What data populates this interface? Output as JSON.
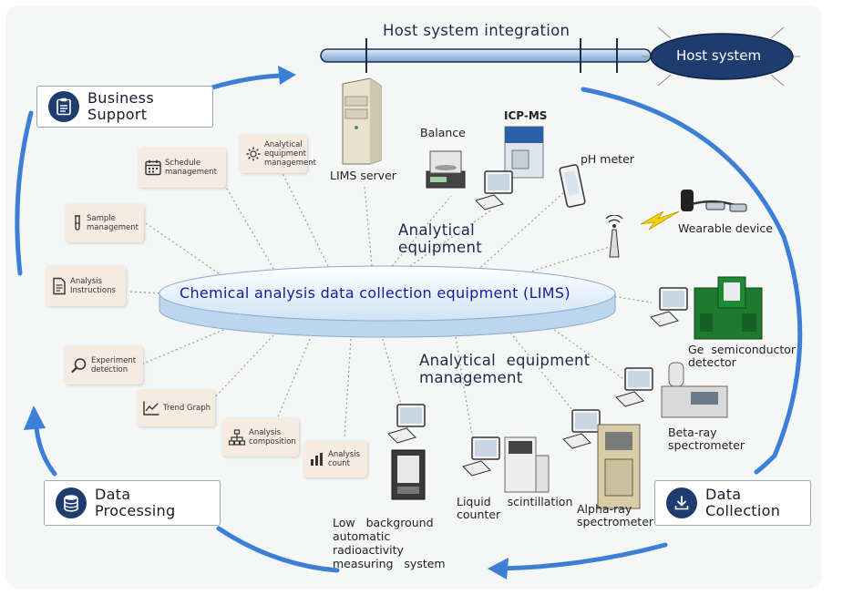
{
  "title": "Host system integration",
  "host_system": "Host system",
  "center_label": "Chemical analysis data collection equipment (LIMS)",
  "section_analytical_equipment": "Analytical equipment",
  "section_equipment_management": "Analytical equipment management",
  "corners": {
    "business_support": "Business Support",
    "data_processing": "Data Processing",
    "data_collection": "Data Collection"
  },
  "tags": {
    "analytical_equipment_management": "Analytical equipment management",
    "schedule_management": "Schedule management",
    "sample_management": "Sample management",
    "analysis_instructions": "Analysis Instructions",
    "experiment_detection": "Experiment detection",
    "trend_graph": "Trend Graph",
    "analysis_composition": "Analysis composition",
    "analysis_count": "Analysis count"
  },
  "equipment": {
    "lims_server": "LIMS server",
    "balance": "Balance",
    "icp_ms": "ICP-MS",
    "ph_meter": "pH meter",
    "wearable_device": "Wearable device",
    "ge_detector": "Ge semiconductor detector",
    "beta_ray": "Beta-ray spectrometer",
    "alpha_ray": "Alpha-ray spectrometer",
    "liquid_scintillation": "Liquid scintillation counter",
    "low_background": "Low background automatic radioactivity measuring system"
  },
  "colors": {
    "arrow_blue": "#3b7fd6",
    "dark_navy": "#1f3c6e",
    "lims_text": "#1a1a9a",
    "tag_bg": "#f6ebe0"
  }
}
